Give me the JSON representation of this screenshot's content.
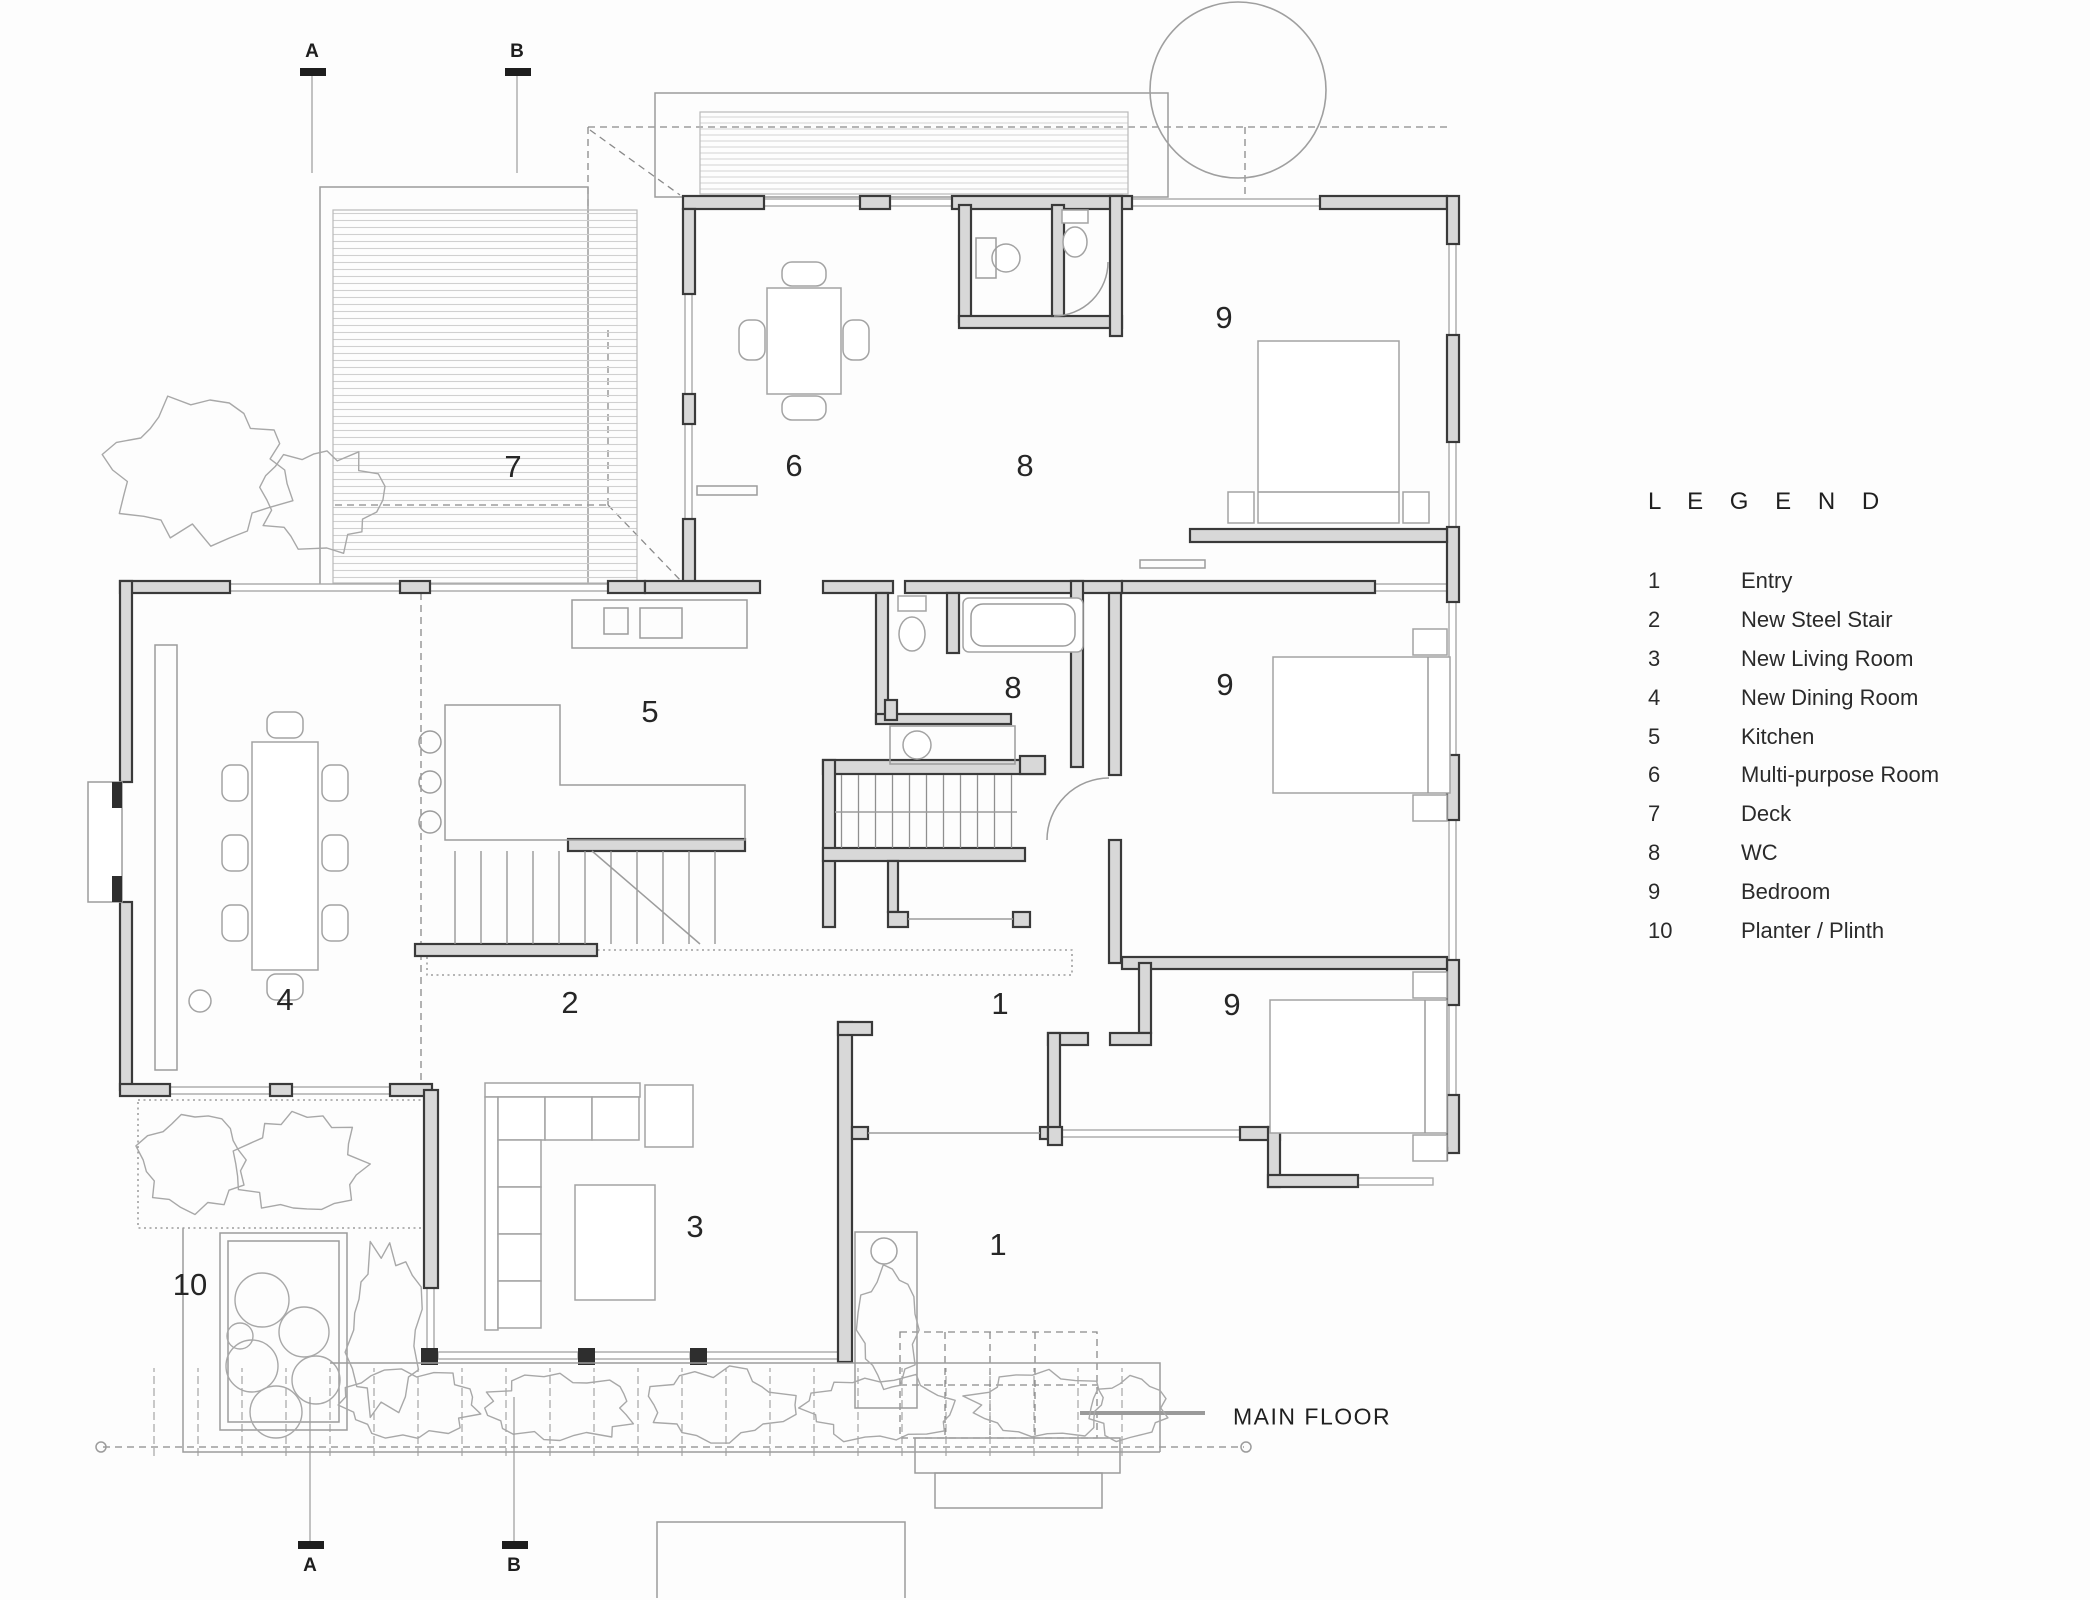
{
  "page": {
    "title_label": "MAIN FLOOR"
  },
  "legend": {
    "title": "L E G E N D",
    "items": [
      {
        "num": "1",
        "label": "Entry"
      },
      {
        "num": "2",
        "label": "New Steel Stair"
      },
      {
        "num": "3",
        "label": "New Living Room"
      },
      {
        "num": "4",
        "label": "New Dining Room"
      },
      {
        "num": "5",
        "label": "Kitchen"
      },
      {
        "num": "6",
        "label": "Multi-purpose Room"
      },
      {
        "num": "7",
        "label": "Deck"
      },
      {
        "num": "8",
        "label": "WC"
      },
      {
        "num": "9",
        "label": "Bedroom"
      },
      {
        "num": "10",
        "label": "Planter / Plinth"
      }
    ]
  },
  "plan": {
    "section_markers": [
      {
        "label": "A"
      },
      {
        "label": "B"
      }
    ],
    "room_labels": [
      {
        "room": "deck",
        "text": "7"
      },
      {
        "room": "multi-purpose-room",
        "text": "6"
      },
      {
        "room": "wc-upper",
        "text": "8"
      },
      {
        "room": "bedroom-north",
        "text": "9"
      },
      {
        "room": "kitchen",
        "text": "5"
      },
      {
        "room": "wc-middle",
        "text": "8"
      },
      {
        "room": "bedroom-middle",
        "text": "9"
      },
      {
        "room": "dining-room",
        "text": "4"
      },
      {
        "room": "steel-stair",
        "text": "2"
      },
      {
        "room": "entry-hall",
        "text": "1"
      },
      {
        "room": "bedroom-south",
        "text": "9"
      },
      {
        "room": "living-room",
        "text": "3"
      },
      {
        "room": "planter-plinth",
        "text": "10"
      },
      {
        "room": "entry-porch",
        "text": "1"
      }
    ]
  },
  "colors": {
    "line": "#3a3a3a",
    "wall_fill": "#d8d8d8",
    "window": "#a9a9a9",
    "text": "#2e2e2e"
  }
}
